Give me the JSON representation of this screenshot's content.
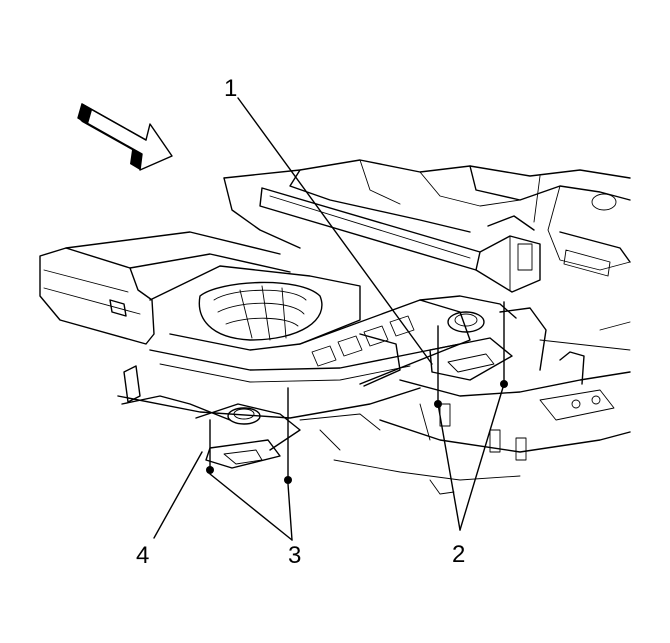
{
  "callouts": [
    {
      "id": "1",
      "label": "1"
    },
    {
      "id": "2",
      "label": "2"
    },
    {
      "id": "3",
      "label": "3"
    },
    {
      "id": "4",
      "label": "4"
    }
  ],
  "direction_arrow": {
    "icon": "forward-direction-arrow-icon"
  },
  "colors": {
    "line": "#000000",
    "background": "#ffffff"
  }
}
